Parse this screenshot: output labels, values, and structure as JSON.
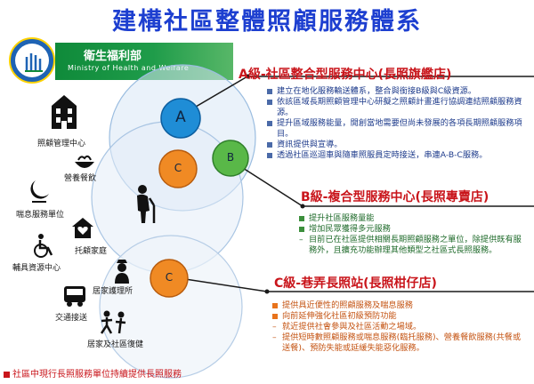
{
  "title": "建構社區整體照顧服務體系",
  "org": {
    "name_zh": "衛生福利部",
    "name_en": "Ministry of Health and Welfare"
  },
  "icons": [
    {
      "label": "照顧管理中心",
      "icon": "building-icon"
    },
    {
      "label": "營養餐飲",
      "icon": "meal-icon"
    },
    {
      "label": "喘息服務單位",
      "icon": "respite-bed-icon"
    },
    {
      "label": "托顧家庭",
      "icon": "house-heart-icon"
    },
    {
      "label": "輔具資源中心",
      "icon": "wheelchair-icon"
    },
    {
      "label": "居家護理所",
      "icon": "nurse-icon"
    },
    {
      "label": "交通接送",
      "icon": "bus-icon"
    },
    {
      "label": "居家及社區復健",
      "icon": "rehab-icon"
    }
  ],
  "center_icon": "elderly-person-icon",
  "circle_labels": {
    "a": "A",
    "b": "B",
    "c1": "C",
    "c2": "C"
  },
  "colors": {
    "a": "#1f8dd6",
    "b": "#59b848",
    "c": "#f08a24",
    "heading": "#c9151b",
    "title": "#1d3fd0"
  },
  "tier_a": {
    "heading": "A級-社區整合型服務中心(長照旗艦店)",
    "items": [
      "建立在地化服務輸送體系，整合與銜接B級與C級資源。",
      "依該區域長期照顧管理中心研擬之照顧計畫進行協調連結照顧服務資源。",
      "提升區域服務能量，開創當地需要但尚未發展的各項長期照顧服務項目。",
      "資訊提供與宣導。",
      "透過社區巡迴車與隨車照服員定時接送，串連A-B-C服務。"
    ]
  },
  "tier_b": {
    "heading": "B級-複合型服務中心(長照專賣店)",
    "items": [
      "提升社區服務量能",
      "增加民眾獲得多元服務"
    ],
    "dash_items": [
      "目前已在社區提供相關長期照顧服務之單位，除提供既有服務外，且擴充功能辦理其他類型之社區式長照服務。"
    ]
  },
  "tier_c": {
    "heading": "C級-巷弄長照站(長照柑仔店)",
    "items": [
      "提供具近便性的照顧服務及喘息服務",
      "向前延伸強化社區初級預防功能"
    ],
    "dash_items": [
      "就近提供社會參與及社區活動之場域。",
      "提供短時數照顧服務或喘息服務(臨托服務)、營養餐飲服務(共餐或送餐)、預防失能或延緩失能惡化服務。"
    ]
  },
  "footer_note": "社區中現行長照服務單位持續提供長照服務"
}
